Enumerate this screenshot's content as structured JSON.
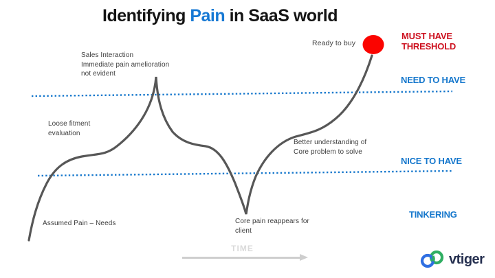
{
  "title": {
    "part1": "Identifying ",
    "highlight": "Pain",
    "part2": " in SaaS world"
  },
  "curve_annotations": {
    "sales_interaction": "Sales Interaction\nImmediate pain amelioration\nnot evident",
    "loose_fitment": "Loose fitment\nevaluation",
    "assumed_pain": "Assumed Pain – Needs",
    "core_pain": "Core pain reappears for\nclient",
    "better_understanding": "Better understanding of\nCore problem to solve",
    "ready_to_buy": "Ready to buy"
  },
  "levels": {
    "must_have": "MUST HAVE\nTHRESHOLD",
    "need_to_have": "NEED TO HAVE",
    "nice_to_have": "NICE TO HAVE",
    "tinkering": "TINKERING"
  },
  "time_axis": {
    "label": "TIME"
  },
  "logo": {
    "brand": "vtiger"
  },
  "colors": {
    "accent_blue": "#1577cc",
    "threshold_red": "#cd1220",
    "dot_red": "#fb0400",
    "curve_gray": "#575757",
    "time_gray": "#cecece",
    "logo_navy": "#263050",
    "logo_blue": "#2f6fe2",
    "logo_green": "#2fae62"
  }
}
